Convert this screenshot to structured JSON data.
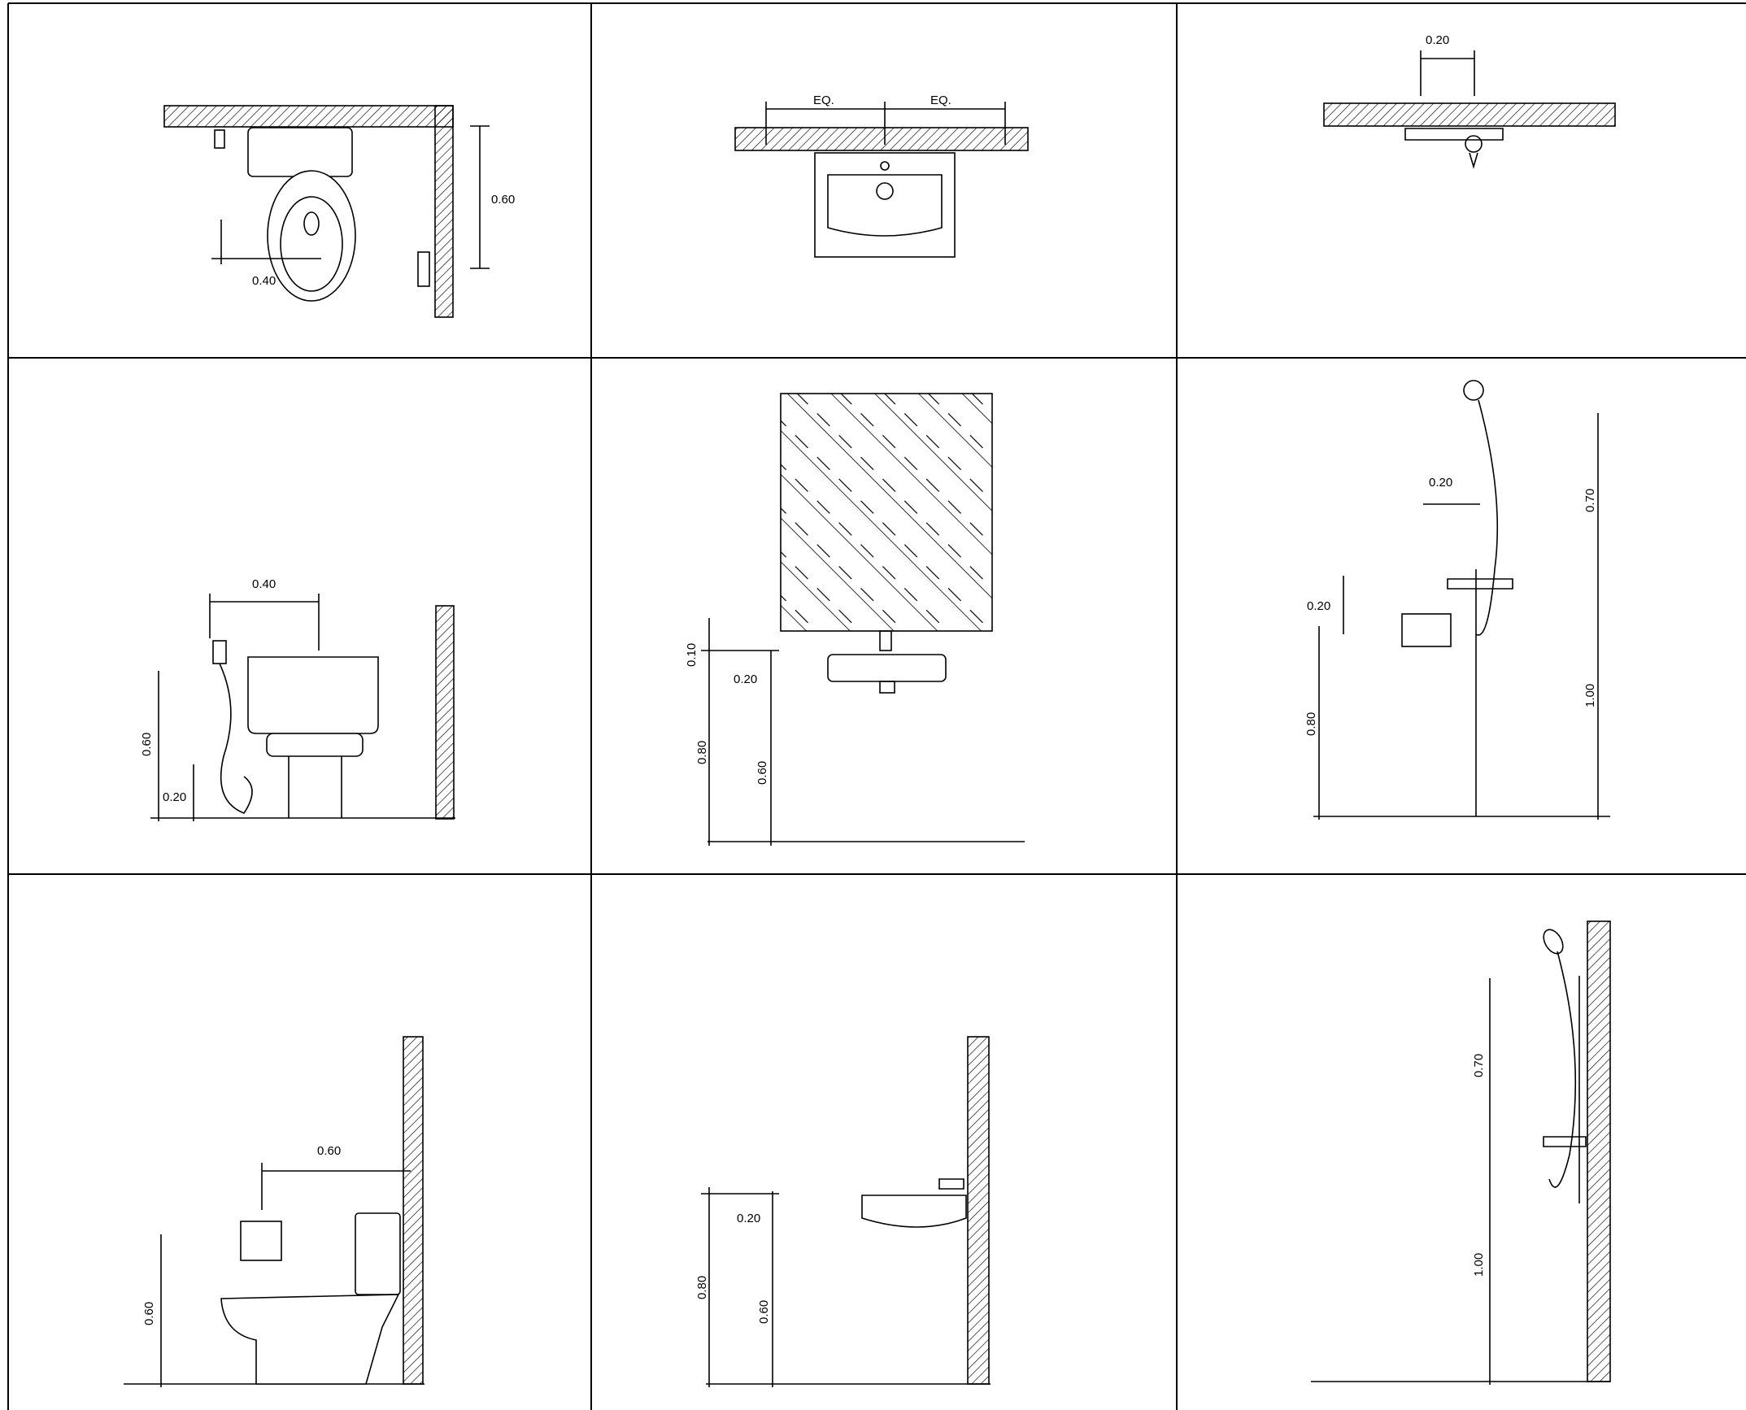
{
  "colors": {
    "line": "#000000",
    "background": "#ffffff"
  },
  "panels": {
    "wc_plan": {
      "dim_side": "0.60",
      "dim_axis": "0.40"
    },
    "basin_plan": {
      "dim_left": "EQ.",
      "dim_right": "EQ."
    },
    "shower_plan": {
      "dim_top": "0.20"
    },
    "wc_front": {
      "dim_top": "0.40",
      "dim_height": "0.60",
      "dim_low": "0.20"
    },
    "basin_front": {
      "dim_a": "0.10",
      "dim_b": "0.20",
      "dim_c": "0.80",
      "dim_d": "0.60"
    },
    "shower_front": {
      "dim_a": "0.20",
      "dim_b": "0.20",
      "dim_c": "0.80",
      "dim_d": "0.70",
      "dim_e": "1.00"
    },
    "wc_side": {
      "dim_top": "0.60",
      "dim_height": "0.60"
    },
    "basin_side": {
      "dim_a": "0.20",
      "dim_b": "0.80",
      "dim_c": "0.60"
    },
    "shower_side": {
      "dim_a": "0.70",
      "dim_b": "1.00"
    }
  }
}
